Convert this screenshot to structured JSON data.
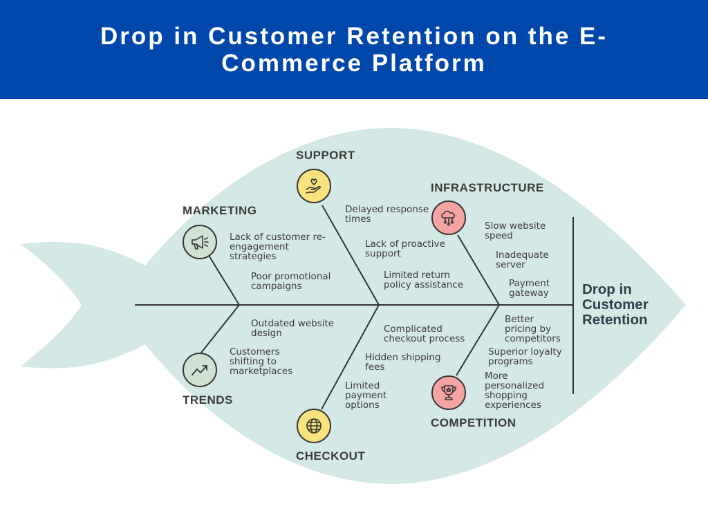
{
  "title": "Drop in Customer Retention on the E-Commerce Platform",
  "effect": "Drop in Customer Retention",
  "colors": {
    "header": "#0047ab",
    "fish_body": "#d4e8e5",
    "marketing_icon": "#cfe1d3",
    "support_icon": "#f7e27d",
    "infrastructure_icon": "#f5a3a3",
    "trends_icon": "#cfe1d3",
    "checkout_icon": "#f7e27d",
    "competition_icon": "#f5a3a3"
  },
  "categories": {
    "marketing": {
      "label": "MARKETING",
      "icon": "megaphone-icon",
      "causes": [
        "Lack of customer re-engagement strategies",
        "Poor promotional campaigns"
      ]
    },
    "support": {
      "label": "SUPPORT",
      "icon": "heart-hand-icon",
      "causes": [
        "Delayed response times",
        "Lack of proactive support",
        "Limited return policy assistance"
      ]
    },
    "infrastructure": {
      "label": "INFRASTRUCTURE",
      "icon": "cloud-network-icon",
      "causes": [
        "Slow website speed",
        "Inadequate server",
        "Payment gateway"
      ]
    },
    "trends": {
      "label": "TRENDS",
      "icon": "trend-up-icon",
      "causes": [
        "Outdated website design",
        "Customers shifting to marketplaces"
      ]
    },
    "checkout": {
      "label": "CHECKOUT",
      "icon": "globe-icon",
      "causes": [
        "Complicated checkout process",
        "Hidden shipping fees",
        "Limited payment options"
      ]
    },
    "competition": {
      "label": "COMPETITION",
      "icon": "trophy-icon",
      "causes": [
        "Better pricing by competitors",
        "Superior loyalty programs",
        "More personalized shopping experiences"
      ]
    }
  }
}
